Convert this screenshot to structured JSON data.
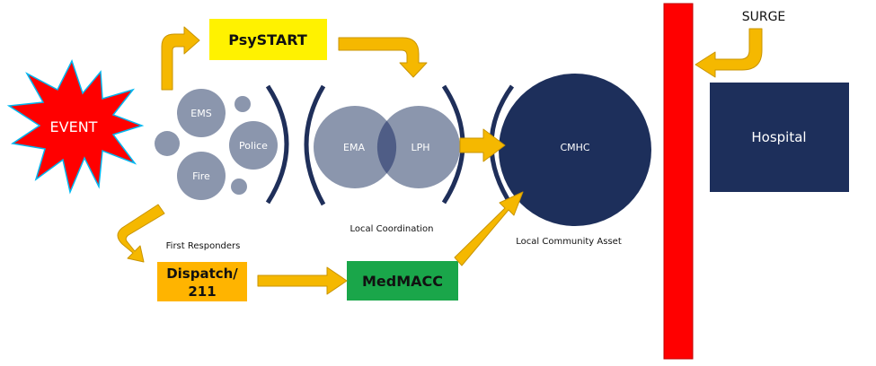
{
  "colors": {
    "arrow": "#f5b800",
    "arrow_stroke": "#c99400",
    "event_fill": "#ff0000",
    "event_outline": "#00b7f0",
    "small_circle": "#8b96ad",
    "bracket": "#1f2f5a",
    "cmhc_fill": "#1d2f5b",
    "hospital_fill": "#1d2f5b",
    "psystart_fill": "#fff200",
    "dispatch_fill": "#ffb400",
    "medmacc_fill": "#1aa64a",
    "surge_bar": "#ff0000"
  },
  "event": {
    "label": "EVENT"
  },
  "first_responders": {
    "caption": "First Responders",
    "ems": "EMS",
    "police": "Police",
    "fire": "Fire"
  },
  "psystart": {
    "label": "PsySTART"
  },
  "dispatch": {
    "line1": "Dispatch/",
    "line2": "211"
  },
  "medmacc": {
    "label": "MedMACC"
  },
  "local_coordination": {
    "caption": "Local Coordination",
    "ema": "EMA",
    "lph": "LPH"
  },
  "cmhc": {
    "label": "CMHC",
    "caption": "Local Community Asset"
  },
  "surge": {
    "label": "SURGE"
  },
  "hospital": {
    "label": "Hospital"
  }
}
